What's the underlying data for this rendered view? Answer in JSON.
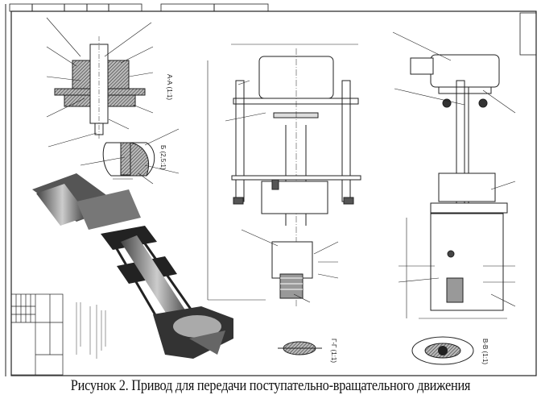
{
  "figure": {
    "caption": "Рисунок 2. Привод для передачи поступательно-вращательного движения",
    "section_labels": {
      "section_aa": "А-А (1:1)",
      "detail_b": "Б (2,5:1)",
      "section_gg": "Г-Г (1:1)",
      "section_vv": "В-В (1:1)"
    }
  }
}
